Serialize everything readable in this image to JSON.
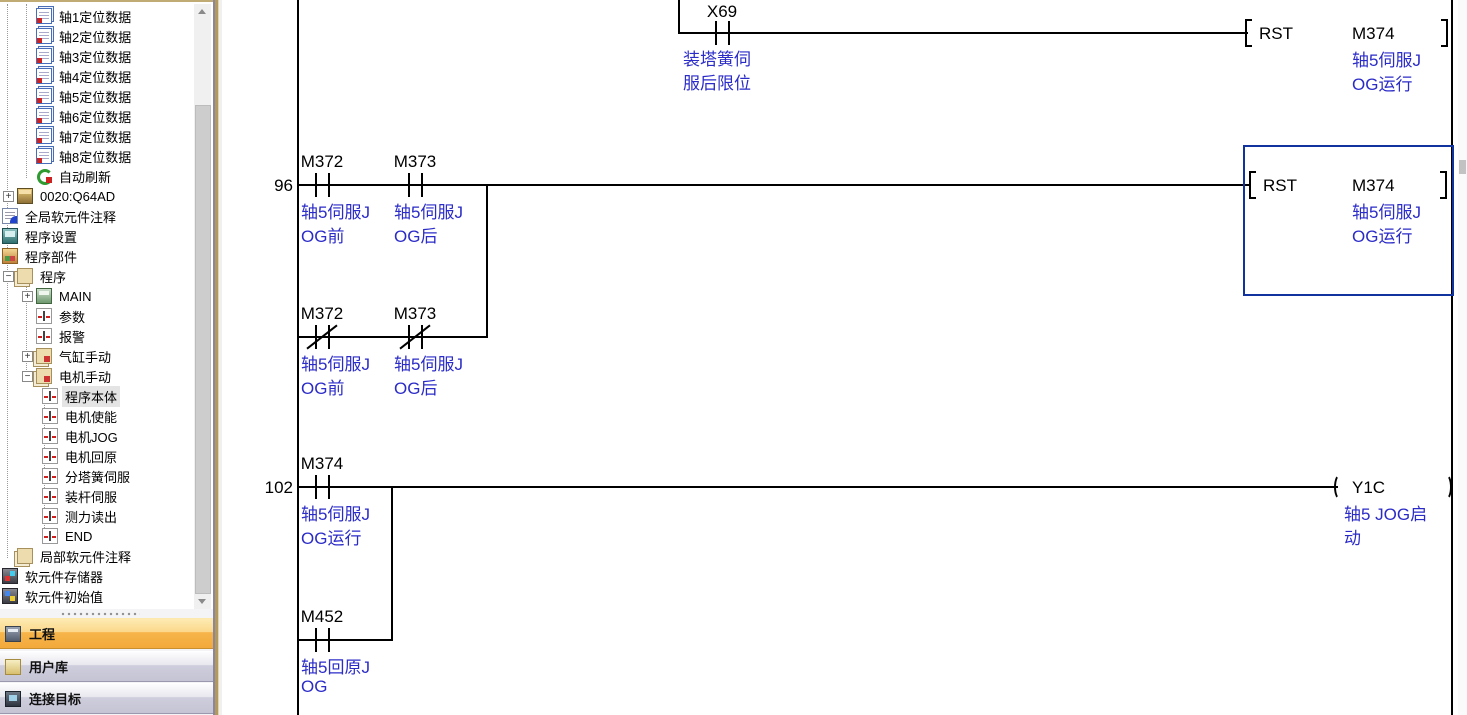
{
  "colors": {
    "comment_blue": "#2b2bc8",
    "selection_blue": "#10339e",
    "nav_active_orange": "#f3a93c",
    "sidebar_stripe_tan": "#b3995c"
  },
  "sidebar": {
    "tree": [
      {
        "label": "轴1定位数据",
        "level": 2,
        "icon": "posdata"
      },
      {
        "label": "轴2定位数据",
        "level": 2,
        "icon": "posdata"
      },
      {
        "label": "轴3定位数据",
        "level": 2,
        "icon": "posdata"
      },
      {
        "label": "轴4定位数据",
        "level": 2,
        "icon": "posdata"
      },
      {
        "label": "轴5定位数据",
        "level": 2,
        "icon": "posdata"
      },
      {
        "label": "轴6定位数据",
        "level": 2,
        "icon": "posdata"
      },
      {
        "label": "轴7定位数据",
        "level": 2,
        "icon": "posdata"
      },
      {
        "label": "轴8定位数据",
        "level": 2,
        "icon": "posdata"
      },
      {
        "label": "自动刷新",
        "level": 2,
        "icon": "refresh"
      },
      {
        "label": "0020:Q64AD",
        "level": 1,
        "expand": "+",
        "icon": "module"
      },
      {
        "label": "全局软元件注释",
        "level": 0,
        "icon": "global-comment"
      },
      {
        "label": "程序设置",
        "level": 0,
        "icon": "program-setting"
      },
      {
        "label": "程序部件",
        "level": 0,
        "icon": "pou"
      },
      {
        "label": "程序",
        "level": 1,
        "expand": "-",
        "icon": "program-folder"
      },
      {
        "label": "MAIN",
        "level": 2,
        "expand": "+",
        "icon": "screen"
      },
      {
        "label": "参数",
        "level": 2,
        "icon": "ladder"
      },
      {
        "label": "报警",
        "level": 2,
        "icon": "ladder"
      },
      {
        "label": "气缸手动",
        "level": 2,
        "expand": "+",
        "icon": "subfolder"
      },
      {
        "label": "电机手动",
        "level": 2,
        "expand": "-",
        "icon": "subfolder"
      },
      {
        "label": "程序本体",
        "level": 3,
        "icon": "ladder",
        "selected": true
      },
      {
        "label": "电机使能",
        "level": 3,
        "icon": "ladder"
      },
      {
        "label": "电机JOG",
        "level": 3,
        "icon": "ladder"
      },
      {
        "label": "电机回原",
        "level": 3,
        "icon": "ladder"
      },
      {
        "label": "分塔簧伺服",
        "level": 3,
        "icon": "ladder"
      },
      {
        "label": "装杆伺服",
        "level": 3,
        "icon": "ladder"
      },
      {
        "label": "测力读出",
        "level": 3,
        "icon": "ladder"
      },
      {
        "label": "END",
        "level": 3,
        "icon": "ladder"
      },
      {
        "label": "局部软元件注释",
        "level": 1,
        "icon": "program-folder"
      },
      {
        "label": "软元件存储器",
        "level": 0,
        "icon": "devmem"
      },
      {
        "label": "软元件初始值",
        "level": 0,
        "icon": "devinit"
      }
    ],
    "nav": [
      {
        "label": "工程",
        "active": true
      },
      {
        "label": "用户库",
        "active": false
      },
      {
        "label": "连接目标",
        "active": false
      }
    ]
  },
  "ladder": {
    "top": {
      "contact": {
        "device": "X69",
        "comment1": "装塔簧伺",
        "comment2": "服后限位"
      },
      "instr": {
        "op": "RST",
        "operand": "M374",
        "comment1": "轴5伺服J",
        "comment2": "OG运行"
      }
    },
    "rung96": {
      "step": "96",
      "c1": {
        "device": "M372",
        "comment1": "轴5伺服J",
        "comment2": "OG前"
      },
      "c2": {
        "device": "M373",
        "comment1": "轴5伺服J",
        "comment2": "OG后"
      },
      "b1": {
        "device": "M372",
        "comment1": "轴5伺服J",
        "comment2": "OG前"
      },
      "b2": {
        "device": "M373",
        "comment1": "轴5伺服J",
        "comment2": "OG后"
      },
      "instr": {
        "op": "RST",
        "operand": "M374",
        "comment1": "轴5伺服J",
        "comment2": "OG运行"
      }
    },
    "rung102": {
      "step": "102",
      "c1": {
        "device": "M374",
        "comment1": "轴5伺服J",
        "comment2": "OG运行"
      },
      "b1": {
        "device": "M452",
        "comment1": "轴5回原J",
        "comment2": "OG"
      },
      "coil": {
        "device": "Y1C",
        "comment1": "轴5 JOG启",
        "comment2": "动"
      }
    }
  }
}
